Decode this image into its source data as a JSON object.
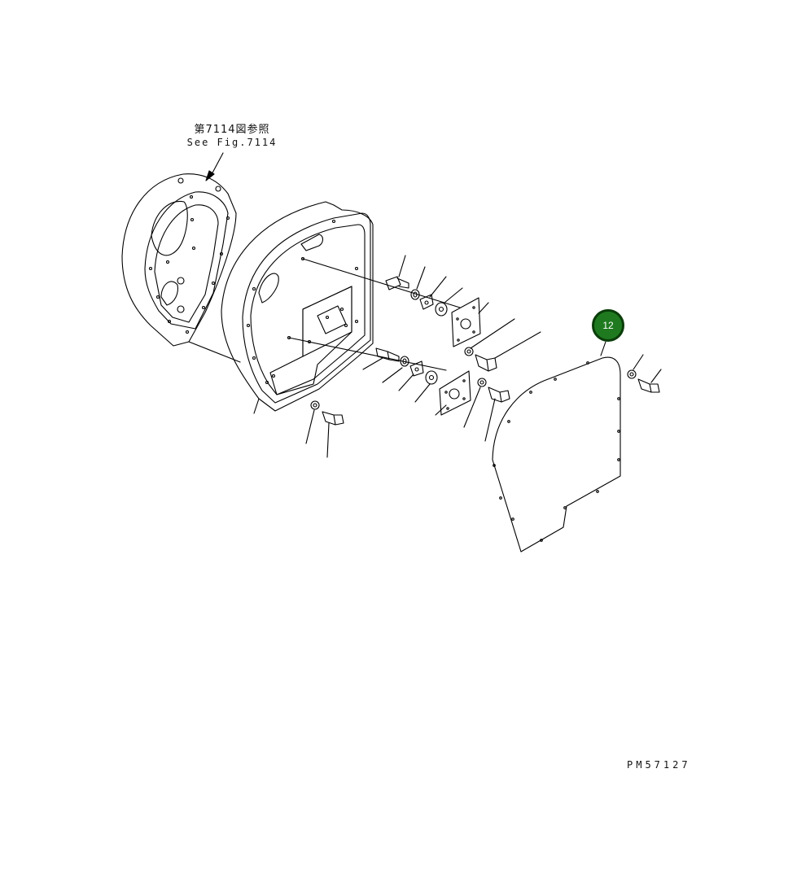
{
  "reference": {
    "line_jp": "第7114図参照",
    "line_en": "See Fig.7114"
  },
  "callout": {
    "number": "12",
    "fill_color": "#1f7a1f",
    "ring_color": "#0a3d0a"
  },
  "drawing_code": "PM57127",
  "line_color": "#000000"
}
